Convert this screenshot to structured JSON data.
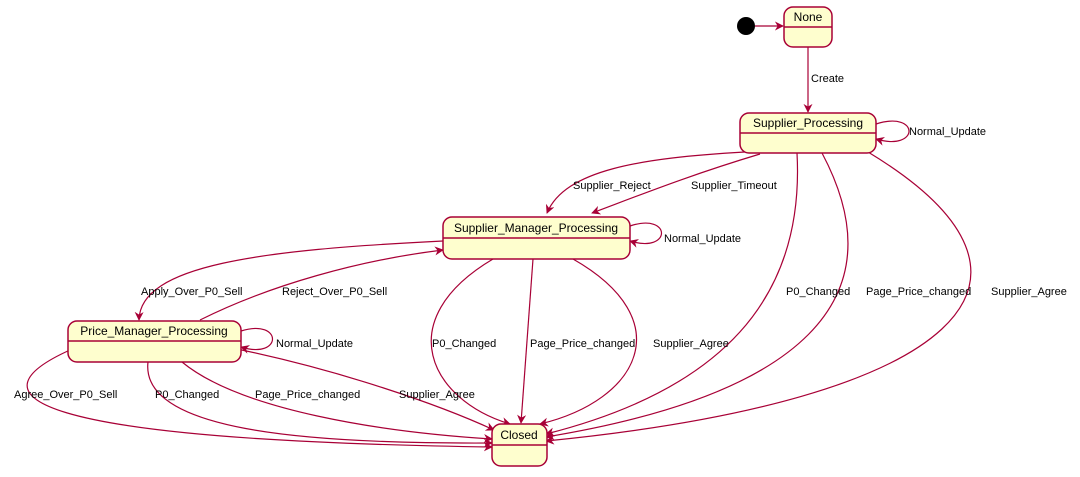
{
  "colors": {
    "state_fill": "#fefece",
    "state_border": "#a80036",
    "edge": "#a80036",
    "initial_marker": "#000000",
    "text": "#000000"
  },
  "states": {
    "none": "None",
    "supplier_processing": "Supplier_Processing",
    "supplier_manager_processing": "Supplier_Manager_Processing",
    "price_manager_processing": "Price_Manager_Processing",
    "closed": "Closed"
  },
  "transitions": {
    "create": "Create",
    "sp_normal_update": "Normal_Update",
    "supplier_reject": "Supplier_Reject",
    "supplier_timeout": "Supplier_Timeout",
    "smp_normal_update": "Normal_Update",
    "apply_over_p0_sell": "Apply_Over_P0_Sell",
    "reject_over_p0_sell": "Reject_Over_P0_Sell",
    "pmp_normal_update": "Normal_Update",
    "sp_p0_changed": "P0_Changed",
    "sp_page_price_changed": "Page_Price_changed",
    "sp_supplier_agree": "Supplier_Agree",
    "smp_p0_changed": "P0_Changed",
    "smp_page_price_changed": "Page_Price_changed",
    "smp_supplier_agree": "Supplier_Agree",
    "agree_over_p0_sell": "Agree_Over_P0_Sell",
    "pmp_p0_changed": "P0_Changed",
    "pmp_page_price_changed": "Page_Price_changed",
    "pmp_supplier_agree": "Supplier_Agree"
  }
}
